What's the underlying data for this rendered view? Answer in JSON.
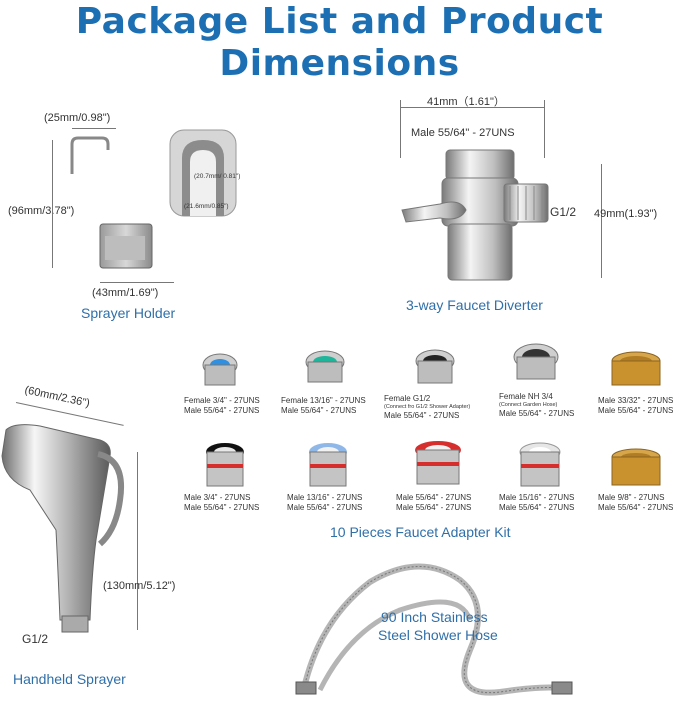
{
  "title": {
    "line1": "Package List and Product",
    "line2": "Dimensions"
  },
  "holder": {
    "dim_top": "(25mm/0.98\")",
    "dim_height": "(96mm/3.78\")",
    "dim_bottom": "(43mm/1.69\")",
    "slot_inner": "(20.7mm/ 0.81\")",
    "slot_outer": "(21.6mm/0.85\")",
    "caption": "Sprayer Holder"
  },
  "diverter": {
    "dim_width": "41mm（1.61\"）",
    "thread": "Male 55/64\" - 27UNS",
    "side_thread": "G1/2",
    "dim_height": "49mm(1.93\")",
    "caption": "3-way Faucet Diverter"
  },
  "sprayer": {
    "dim_width": "(60mm/2.36\")",
    "dim_height": "(130mm/5.12\")",
    "thread": "G1/2",
    "caption": "Handheld Sprayer"
  },
  "adapters": {
    "caption": "10 Pieces Faucet Adapter Kit",
    "row1": [
      {
        "line1": "Female 3/4\" - 27UNS",
        "note": "",
        "line2": "Male 55/64\" - 27UNS",
        "ring": "#2f8fe0"
      },
      {
        "line1": "Female 13/16\" - 27UNS",
        "note": "",
        "line2": "Male 55/64\" - 27UNS",
        "ring": "#1fb59a"
      },
      {
        "line1": "Female G1/2",
        "note": "(Connect fro G1/2 Shower Adapter)",
        "line2": "Male 55/64\" - 27UNS",
        "ring": "#222222"
      },
      {
        "line1": "Female NH 3/4",
        "note": "(Connect Garden Hose)",
        "line2": "Male 55/64\" - 27UNS",
        "ring": "#333333"
      },
      {
        "line1": "Male 33/32\" - 27UNS",
        "note": "",
        "line2": "Male 55/64\" - 27UNS",
        "ring": "#c9922f"
      }
    ],
    "row2": [
      {
        "line1": "Male 3/4\" - 27UNS",
        "line2": "Male 55/64\" - 27UNS",
        "ring": "#111111"
      },
      {
        "line1": "Male 13/16\" - 27UNS",
        "line2": "Male 55/64\" - 27UNS",
        "ring": "#8fb8e8"
      },
      {
        "line1": "Male 55/64\" - 27UNS",
        "line2": "Male 55/64\" - 27UNS",
        "ring": "#d62d2d"
      },
      {
        "line1": "Male 15/16\" - 27UNS",
        "line2": "Male 55/64\" - 27UNS",
        "ring": "#e6e6e6"
      },
      {
        "line1": "Male 9/8\" - 27UNS",
        "line2": "Male 55/64\" - 27UNS",
        "ring": "#c9922f"
      }
    ]
  },
  "hose": {
    "caption_line1": "90 Inch Stainless",
    "caption_line2": "Steel Shower Hose"
  }
}
